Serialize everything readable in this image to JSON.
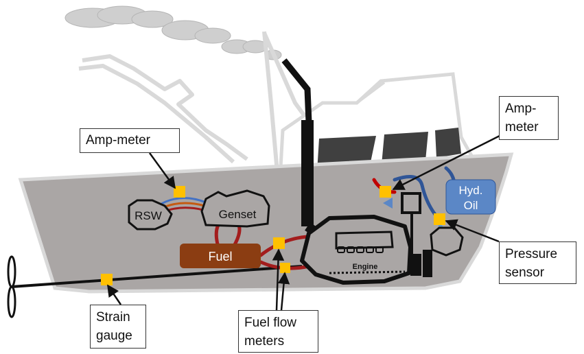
{
  "colors": {
    "hull": "#aaa6a5",
    "fuel_box": "#8b3d12",
    "oil_box": "#5b87c6",
    "sensor": "#ffc000",
    "fuel_line": "#a31d1d",
    "water_line": "#4472c4",
    "smoke": "#c9c9c9",
    "superstructure": "#d9d9d9"
  },
  "components": {
    "rsw": "RSW",
    "genset": "Genset",
    "fuel": "Fuel",
    "engine": "Engine",
    "hyd_oil_line1": "Hyd.",
    "hyd_oil_line2": "Oil"
  },
  "callouts": {
    "amp_meter_left": "Amp-meter",
    "amp_meter_right_line1": "Amp-",
    "amp_meter_right_line2": "meter",
    "pressure_sensor_line1": "Pressure",
    "pressure_sensor_line2": "sensor",
    "strain_gauge_line1": "Strain",
    "strain_gauge_line2": "gauge",
    "fuel_flow_line1": "Fuel flow",
    "fuel_flow_line2": "meters"
  }
}
